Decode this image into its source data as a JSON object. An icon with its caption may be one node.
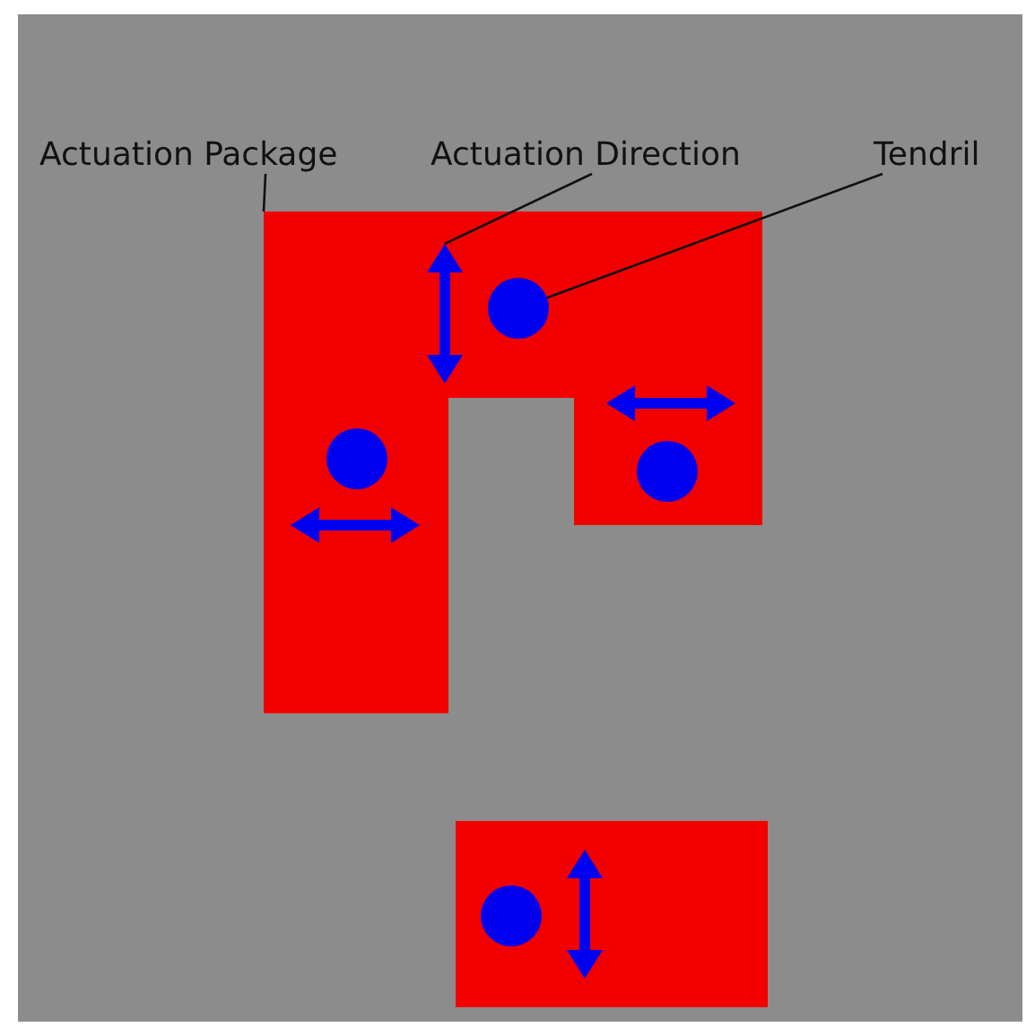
{
  "diagram": {
    "nodes": [
      {
        "text": [
          "Actuation Package"
        ]
      },
      {
        "text": [
          "Actuation Direction"
        ]
      },
      {
        "text": [
          "Tendril"
        ]
      },
      {
        "text": [],
        "shape": "box"
      },
      {
        "text": [],
        "shape": "arrow",
        "in": 3
      },
      {
        "text": [],
        "shape": "circle",
        "in": 3
      },
      {
        "text": [],
        "shape": "box"
      },
      {
        "text": [],
        "shape": "arrow",
        "in": 6
      },
      {
        "text": [],
        "shape": "circle",
        "in": 6
      },
      {
        "text": [],
        "shape": "box"
      },
      {
        "text": [],
        "shape": "circle",
        "in": 9
      },
      {
        "text": [],
        "shape": "arrow",
        "in": 9
      },
      {
        "text": [],
        "shape": "box"
      },
      {
        "text": [],
        "shape": "circle",
        "in": 12
      },
      {
        "text": [],
        "shape": "arrow",
        "in": 12
      }
    ],
    "edges": [
      {
        "from": 0,
        "to": 3,
        "arrow": "none"
      },
      {
        "from": 1,
        "to": 4,
        "arrow": "none"
      },
      {
        "from": 2,
        "to": 5,
        "arrow": "none"
      }
    ]
  }
}
